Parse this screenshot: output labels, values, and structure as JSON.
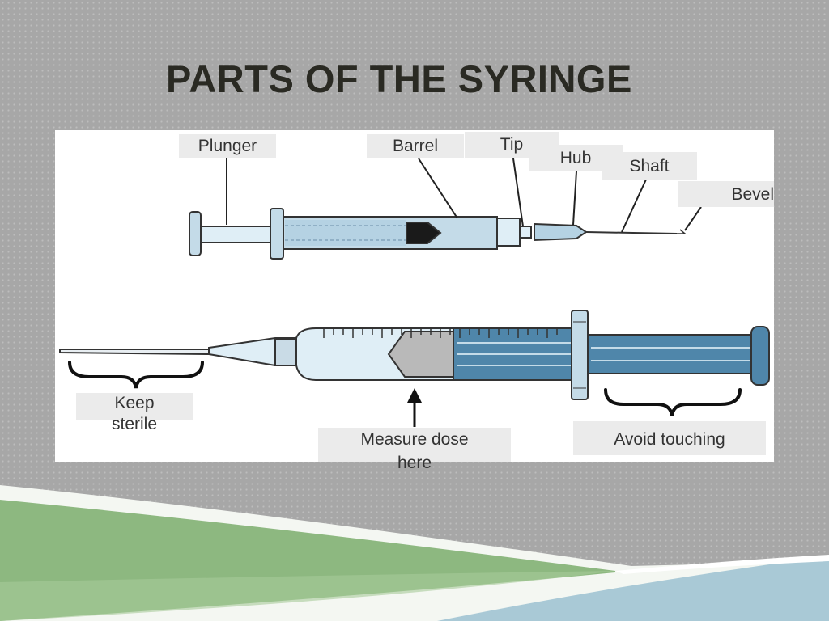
{
  "title": "PARTS OF THE SYRINGE",
  "labels": {
    "plunger": "Plunger",
    "barrel": "Barrel",
    "tip": "Tip",
    "hub": "Hub",
    "shaft": "Shaft",
    "bevel": "Bevel",
    "keep_sterile": "Keep\nsterile",
    "measure_dose": "Measure dose\nhere",
    "avoid_touching": "Avoid touching"
  },
  "colors": {
    "background": "#a7a7a7",
    "title": "#2a2a23",
    "label_box": "#ebebeb",
    "syringe_fill": "#c4dbe8",
    "syringe_dark": "#4f86aa",
    "footer_green": "#8db880",
    "footer_blue": "#a9c9d6"
  }
}
